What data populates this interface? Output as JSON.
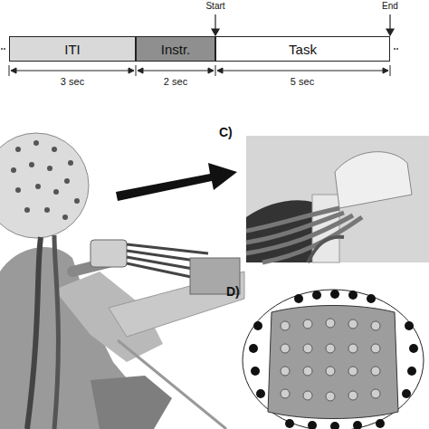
{
  "diagram": {
    "nodes": [
      {
        "text": [
          "ITI"
        ]
      },
      {
        "text": [
          "Instr."
        ]
      },
      {
        "text": [
          "Task"
        ]
      }
    ],
    "labels": [
      "Start",
      "End",
      "3 sec",
      "2 sec",
      "5 sec",
      "C)",
      "D)"
    ]
  }
}
